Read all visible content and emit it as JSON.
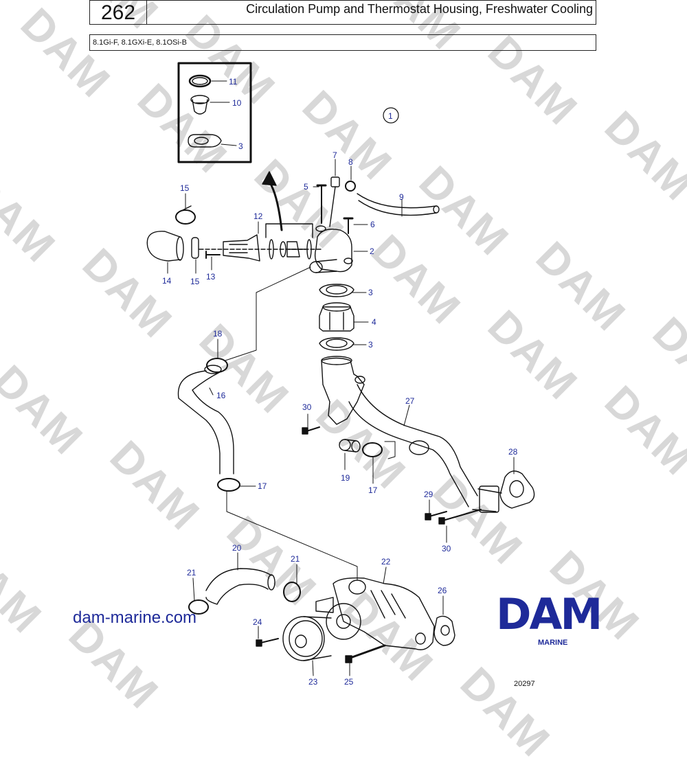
{
  "header": {
    "page_number": "262",
    "title": "Circulation Pump and Thermostat Housing, Freshwater Cooling",
    "models": "8.1Gi-F, 8.1GXi-E, 8.1OSi-B"
  },
  "watermark": "DAM",
  "footer": {
    "website": "dam-marine.com",
    "brand": "DAM",
    "brand_sub": "MARINE",
    "drawing_number": "20297"
  },
  "callouts": [
    {
      "id": "c11",
      "label": "11"
    },
    {
      "id": "c10",
      "label": "10"
    },
    {
      "id": "c3a",
      "label": "3"
    },
    {
      "id": "c1",
      "label": "1"
    },
    {
      "id": "c7",
      "label": "7"
    },
    {
      "id": "c8",
      "label": "8"
    },
    {
      "id": "c5",
      "label": "5"
    },
    {
      "id": "c9",
      "label": "9"
    },
    {
      "id": "c15a",
      "label": "15"
    },
    {
      "id": "c12",
      "label": "12"
    },
    {
      "id": "c6",
      "label": "6"
    },
    {
      "id": "c2",
      "label": "2"
    },
    {
      "id": "c14",
      "label": "14"
    },
    {
      "id": "c15b",
      "label": "15"
    },
    {
      "id": "c13",
      "label": "13"
    },
    {
      "id": "c3b",
      "label": "3"
    },
    {
      "id": "c4",
      "label": "4"
    },
    {
      "id": "c3c",
      "label": "3"
    },
    {
      "id": "c18",
      "label": "18"
    },
    {
      "id": "c16",
      "label": "16"
    },
    {
      "id": "c27",
      "label": "27"
    },
    {
      "id": "c30a",
      "label": "30"
    },
    {
      "id": "c19",
      "label": "19"
    },
    {
      "id": "c17a",
      "label": "17"
    },
    {
      "id": "c28",
      "label": "28"
    },
    {
      "id": "c17b",
      "label": "17"
    },
    {
      "id": "c29",
      "label": "29"
    },
    {
      "id": "c30b",
      "label": "30"
    },
    {
      "id": "c20",
      "label": "20"
    },
    {
      "id": "c21a",
      "label": "21"
    },
    {
      "id": "c22",
      "label": "22"
    },
    {
      "id": "c21b",
      "label": "21"
    },
    {
      "id": "c26",
      "label": "26"
    },
    {
      "id": "c24",
      "label": "24"
    },
    {
      "id": "c23",
      "label": "23"
    },
    {
      "id": "c25",
      "label": "25"
    }
  ]
}
